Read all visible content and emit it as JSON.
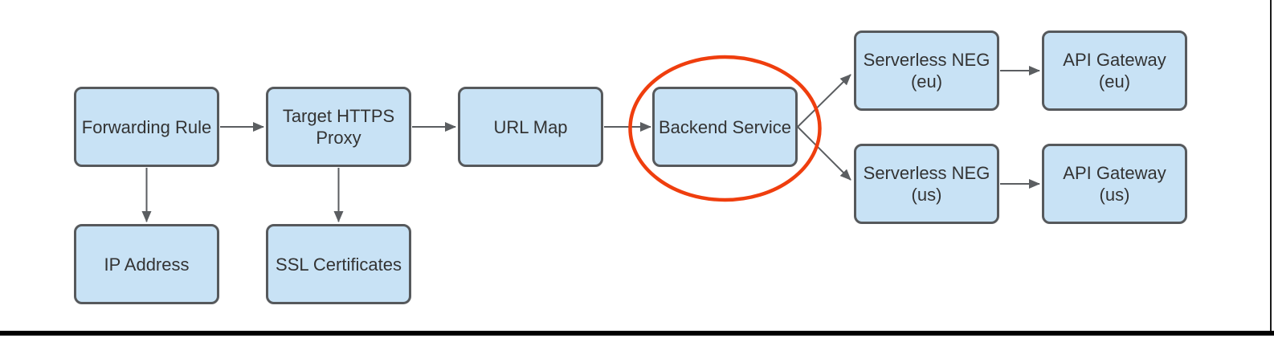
{
  "diagram": {
    "nodes": [
      {
        "id": "forwarding-rule",
        "label": [
          "Forwarding Rule"
        ]
      },
      {
        "id": "target-https-proxy",
        "label": [
          "Target HTTPS",
          "Proxy"
        ]
      },
      {
        "id": "url-map",
        "label": [
          "URL Map"
        ]
      },
      {
        "id": "backend-service",
        "label": [
          "Backend Service"
        ],
        "highlighted": true
      },
      {
        "id": "serverless-neg-eu",
        "label": [
          "Serverless NEG",
          "(eu)"
        ]
      },
      {
        "id": "api-gateway-eu",
        "label": [
          "API Gateway",
          "(eu)"
        ]
      },
      {
        "id": "serverless-neg-us",
        "label": [
          "Serverless NEG",
          "(us)"
        ]
      },
      {
        "id": "api-gateway-us",
        "label": [
          "API Gateway",
          "(us)"
        ]
      },
      {
        "id": "ip-address",
        "label": [
          "IP Address"
        ]
      },
      {
        "id": "ssl-certificates",
        "label": [
          "SSL Certificates"
        ]
      }
    ],
    "connections": [
      {
        "from": "forwarding-rule",
        "to": "target-https-proxy"
      },
      {
        "from": "target-https-proxy",
        "to": "url-map"
      },
      {
        "from": "url-map",
        "to": "backend-service"
      },
      {
        "from": "backend-service",
        "to": "serverless-neg-eu"
      },
      {
        "from": "backend-service",
        "to": "serverless-neg-us"
      },
      {
        "from": "serverless-neg-eu",
        "to": "api-gateway-eu"
      },
      {
        "from": "serverless-neg-us",
        "to": "api-gateway-us"
      },
      {
        "from": "forwarding-rule",
        "to": "ip-address"
      },
      {
        "from": "target-https-proxy",
        "to": "ssl-certificates"
      }
    ],
    "annotation": {
      "shape": "ellipse",
      "around": "backend-service",
      "color": "#ef3e0e"
    },
    "colors": {
      "node_fill": "#c8e2f5",
      "node_border": "#56595c",
      "connector": "#5b5e61",
      "label_text": "#333333",
      "highlight": "#ef3e0e",
      "page_edge": "#000000"
    }
  }
}
